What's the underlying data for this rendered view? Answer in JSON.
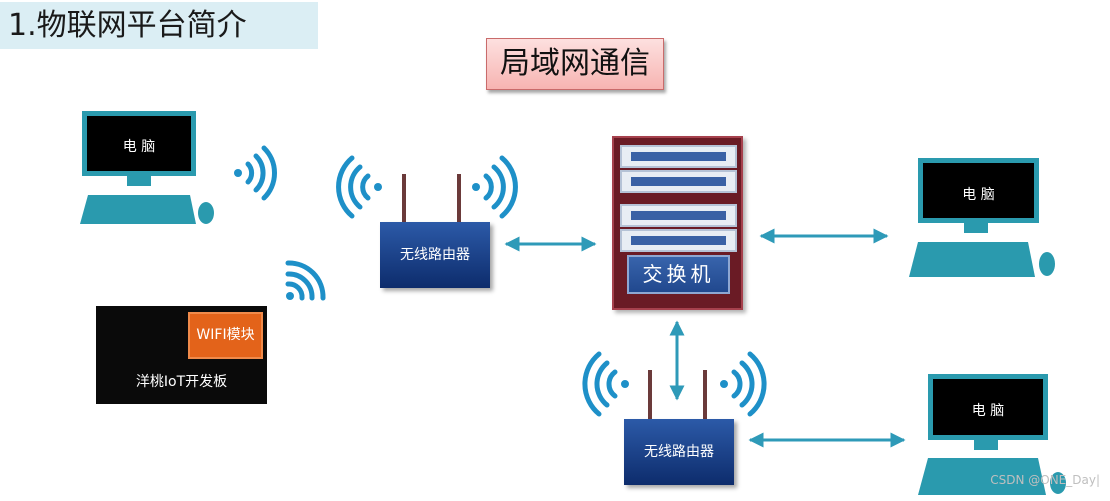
{
  "section_title": "1.物联网平台简介",
  "center_title": "局域网通信",
  "nodes": {
    "computer_top_left": "电 脑",
    "computer_right_top": "电 脑",
    "computer_right_bottom": "电 脑",
    "router_left": "无线路由器",
    "router_bottom": "无线路由器",
    "switch": "交换机",
    "wifi_module": "WIFI模块",
    "dev_board": "洋桃IoT开发板"
  },
  "watermark": "CSDN @ONE_Day|",
  "colors": {
    "wifi_blue": "#1e90c8",
    "arrow": "#2e9ab8",
    "monitor_frame": "#2a9aae",
    "switch_rack": "#6a1b25",
    "router_fill": "#163a80",
    "title_bg": "#dbeef4",
    "lan_box": "#f7b4b2",
    "module_orange": "#e3631a"
  }
}
